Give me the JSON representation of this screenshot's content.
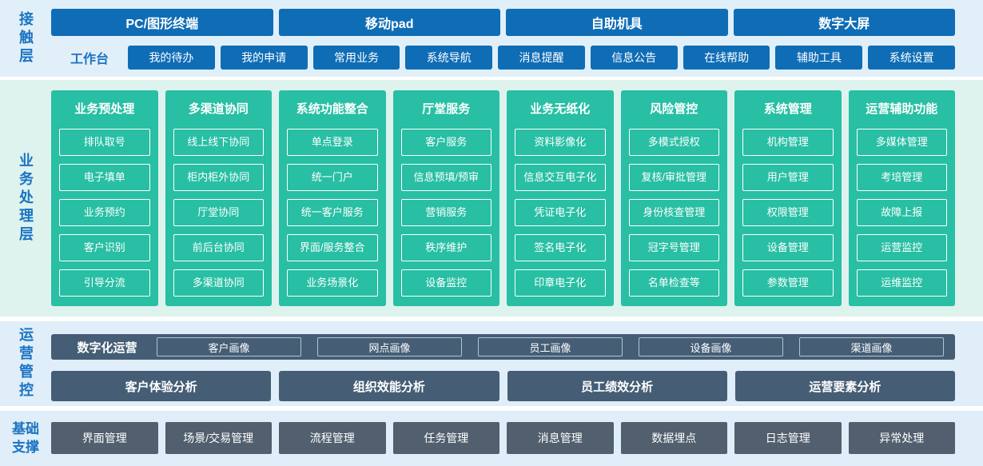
{
  "colors": {
    "blue": "#0f6db6",
    "label_blue": "#1a73c2",
    "teal": "#28bfa4",
    "ops_dark": "#455e76",
    "foundation_dark": "#515f6e",
    "bg_contact": "#e1eff9",
    "bg_business": "#def3ee",
    "bg_ops": "#dfeef8"
  },
  "layers": {
    "contact": {
      "label": "接触层",
      "terminals": [
        "PC/图形终端",
        "移动pad",
        "自助机具",
        "数字大屏"
      ],
      "workbench_label": "工作台",
      "workbench_items": [
        "我的待办",
        "我的申请",
        "常用业务",
        "系统导航",
        "消息提醒",
        "信息公告",
        "在线帮助",
        "辅助工具",
        "系统设置"
      ]
    },
    "business": {
      "label": "业务处理层",
      "columns": [
        {
          "title": "业务预处理",
          "items": [
            "排队取号",
            "电子填单",
            "业务预约",
            "客户识别",
            "引导分流"
          ]
        },
        {
          "title": "多渠道协同",
          "items": [
            "线上线下协同",
            "柜内柜外协同",
            "厅堂协同",
            "前后台协同",
            "多渠道协同"
          ]
        },
        {
          "title": "系统功能整合",
          "items": [
            "单点登录",
            "统一门户",
            "统一客户服务",
            "界面/服务整合",
            "业务场景化"
          ]
        },
        {
          "title": "厅堂服务",
          "items": [
            "客户服务",
            "信息预填/预审",
            "营销服务",
            "秩序维护",
            "设备监控"
          ]
        },
        {
          "title": "业务无纸化",
          "items": [
            "资料影像化",
            "信息交互电子化",
            "凭证电子化",
            "签名电子化",
            "印章电子化"
          ]
        },
        {
          "title": "风险管控",
          "items": [
            "多模式授权",
            "复核/审批管理",
            "身份核查管理",
            "冠字号管理",
            "名单检查等"
          ]
        },
        {
          "title": "系统管理",
          "items": [
            "机构管理",
            "用户管理",
            "权限管理",
            "设备管理",
            "参数管理"
          ]
        },
        {
          "title": "运营辅助功能",
          "items": [
            "多媒体管理",
            "考培管理",
            "故障上报",
            "运营监控",
            "运维监控"
          ]
        }
      ]
    },
    "operations": {
      "label": "运营管控",
      "digital_label": "数字化运营",
      "profiles": [
        "客户画像",
        "网点画像",
        "员工画像",
        "设备画像",
        "渠道画像"
      ],
      "analyses": [
        "客户体验分析",
        "组织效能分析",
        "员工绩效分析",
        "运营要素分析"
      ]
    },
    "foundation": {
      "label": "基础支撑",
      "items": [
        "界面管理",
        "场景/交易管理",
        "流程管理",
        "任务管理",
        "消息管理",
        "数据埋点",
        "日志管理",
        "异常处理"
      ]
    }
  }
}
